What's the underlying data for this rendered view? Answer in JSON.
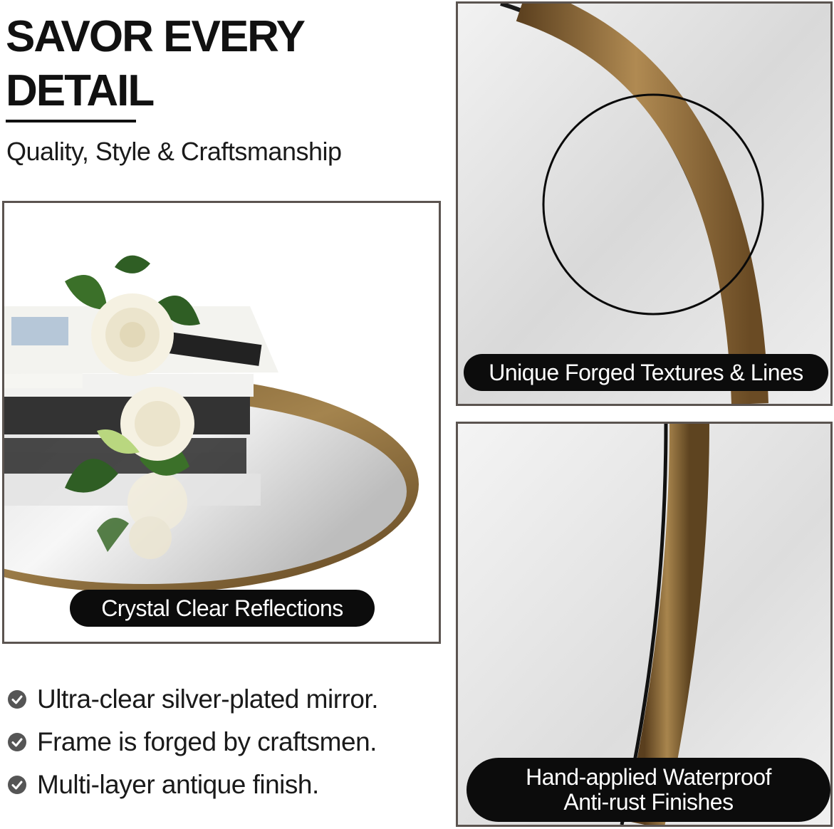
{
  "heading": {
    "title_line1": "SAVOR EVERY",
    "title_line2": "DETAIL",
    "subtitle": "Quality, Style & Craftsmanship"
  },
  "panels": {
    "main_caption": "Crystal Clear Reflections",
    "top_caption": "Unique Forged Textures & Lines",
    "bottom_caption_line1": "Hand-applied Waterproof",
    "bottom_caption_line2": "Anti-rust Finishes"
  },
  "features": [
    {
      "text": "Ultra-clear silver-plated mirror."
    },
    {
      "text": "Frame is forged by craftsmen."
    },
    {
      "text": "Multi-layer antique finish."
    }
  ],
  "icons": {
    "bullet": "check-circle-icon"
  },
  "colors": {
    "frame_gold": "#8a6a3a",
    "caption_bg": "#0c0c0c",
    "panel_border": "#5b5450",
    "check_bg": "#555555"
  }
}
